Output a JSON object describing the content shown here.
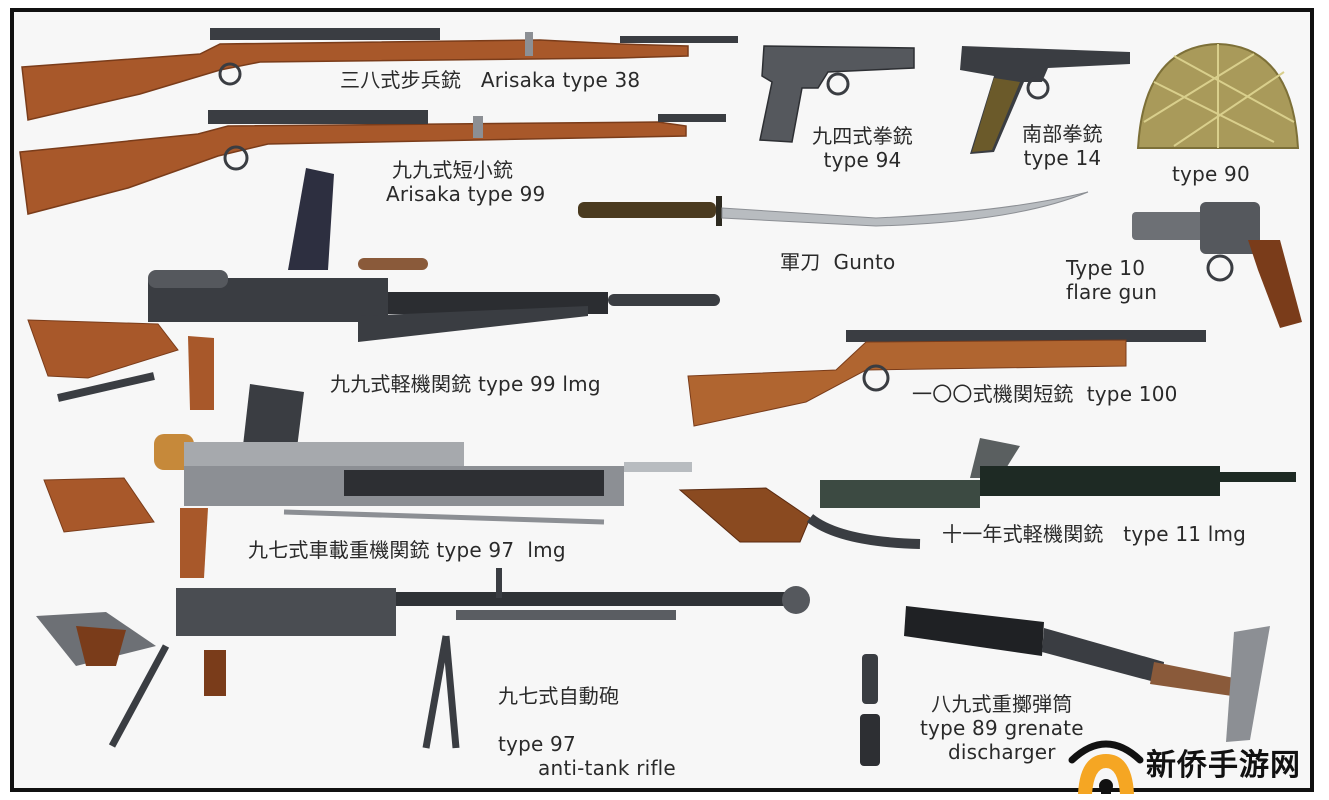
{
  "poster": {
    "background": "#f7f7f7",
    "frame_color": "#111111",
    "items": [
      {
        "id": "arisaka38",
        "zh": "三八式步兵銃",
        "en": "Arisaka type 38"
      },
      {
        "id": "arisaka99",
        "zh": "九九式短小銃",
        "en": "Arisaka type 99"
      },
      {
        "id": "type94",
        "zh": "九四式拳銃",
        "en": "type 94"
      },
      {
        "id": "type14",
        "zh": "南部拳銃",
        "en": "type 14"
      },
      {
        "id": "type90",
        "zh": "",
        "en": "type 90"
      },
      {
        "id": "gunto",
        "zh": "軍刀",
        "en": "Gunto"
      },
      {
        "id": "type10",
        "zh": "",
        "en": "Type 10",
        "en2": "flare gun"
      },
      {
        "id": "type99lmg",
        "zh": "九九式軽機関銃",
        "en": "type 99 lmg"
      },
      {
        "id": "type100",
        "zh": "一〇〇式機関短銃",
        "en": "type 100"
      },
      {
        "id": "type97lmg",
        "zh": "九七式車載重機関銃",
        "en": "type 97  lmg"
      },
      {
        "id": "type11",
        "zh": "十一年式軽機関銃",
        "en": "type 11 lmg"
      },
      {
        "id": "type97at",
        "zh": "九七式自動砲",
        "en": "type 97",
        "en2": "anti-tank rifle"
      },
      {
        "id": "type89",
        "zh": "八九式重擲弾筒",
        "en": "type 89 grenate",
        "en2": "discharger"
      }
    ]
  },
  "colors": {
    "wood": "#a8582a",
    "wood_dark": "#7a3c1a",
    "metal": "#3a3d42",
    "metal_light": "#8c8f94",
    "helmet": "#a99a5a",
    "text": "#2a2a2a"
  },
  "watermark": {
    "text": "新侨手游网",
    "accent": "#f5a623"
  }
}
